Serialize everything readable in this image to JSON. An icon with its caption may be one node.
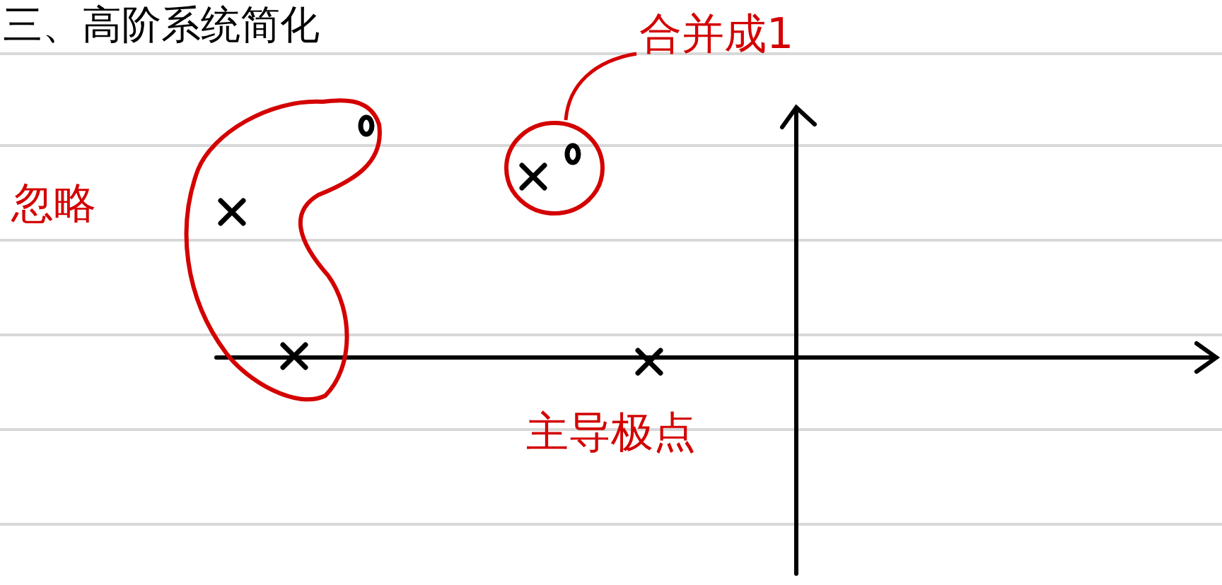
{
  "diagram": {
    "title": "三、高阶系统简化",
    "nodes": [
      {
        "text": [
          "合并成1"
        ]
      },
      {
        "text": [],
        "shape": "circle"
      }
    ],
    "edges": [
      {
        "from": 0,
        "to": 1,
        "arrow": "none"
      }
    ],
    "labels": [
      "忽略",
      "主导极点"
    ]
  }
}
